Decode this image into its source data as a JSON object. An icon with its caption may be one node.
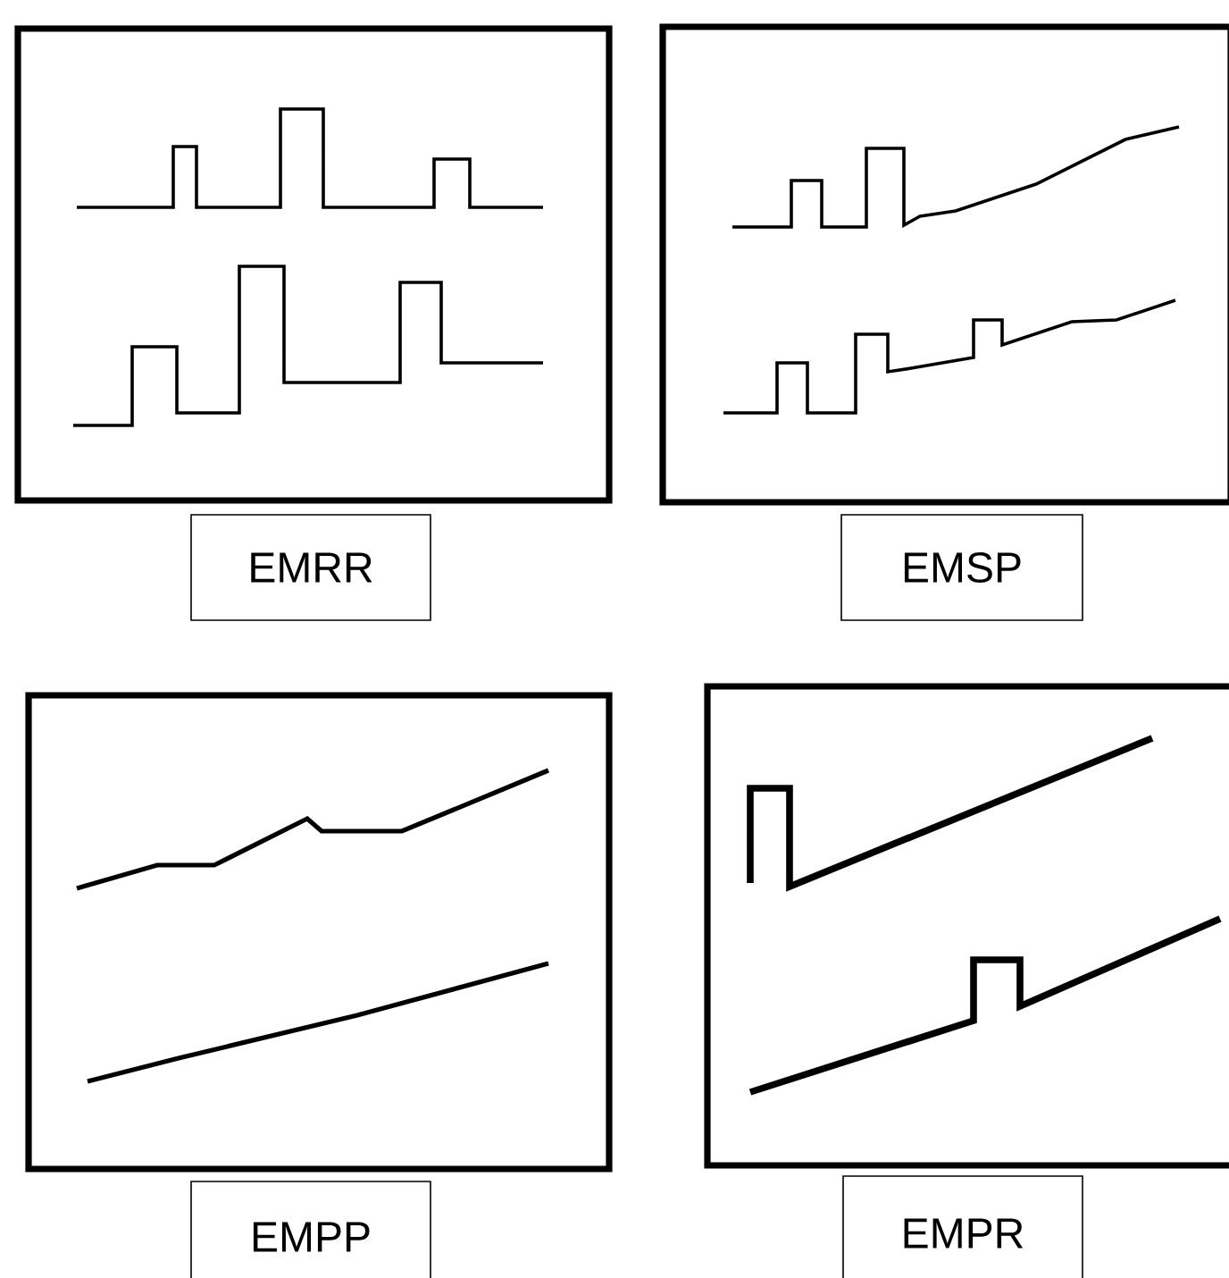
{
  "diagram": {
    "nodes": [
      {
        "text": [
          "EMRR"
        ]
      },
      {
        "text": [
          "EMSP"
        ]
      },
      {
        "text": [
          "EMPP"
        ]
      },
      {
        "text": [
          "EMPR"
        ]
      }
    ]
  }
}
